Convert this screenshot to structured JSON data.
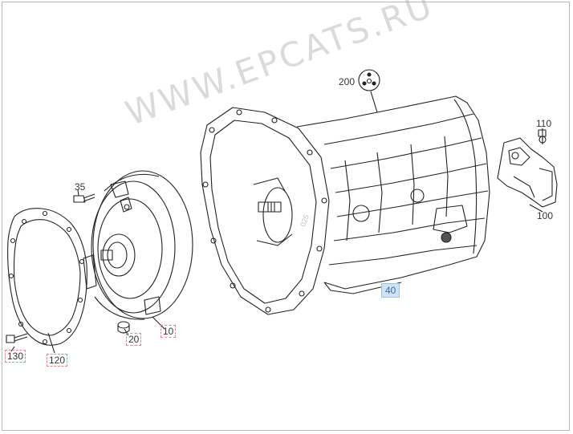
{
  "diagram": {
    "watermark": "WWW.EPCATS.RU",
    "part_code": "025",
    "callouts": [
      {
        "id": "200",
        "label": "200"
      },
      {
        "id": "110",
        "label": "110"
      },
      {
        "id": "100",
        "label": "100"
      },
      {
        "id": "35",
        "label": "35"
      },
      {
        "id": "40",
        "label": "40",
        "selected": true
      },
      {
        "id": "10",
        "label": "10"
      },
      {
        "id": "20",
        "label": "20"
      },
      {
        "id": "130",
        "label": "130"
      },
      {
        "id": "120",
        "label": "120"
      }
    ]
  }
}
